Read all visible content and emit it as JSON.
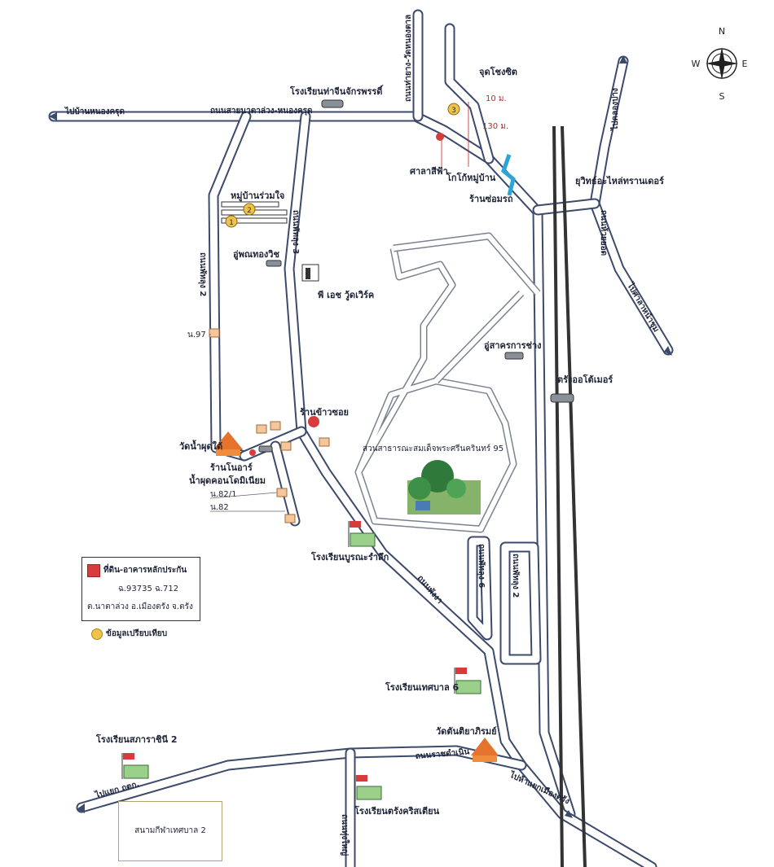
{
  "compass": {
    "n": "N",
    "s": "S",
    "e": "E",
    "w": "W"
  },
  "roads": {
    "to_ban_nong_kruet": "ไปบ้านหนองครุด",
    "main_road_north": "ถนนท่ายาง-วัดหนองตาล",
    "road_na_ta_luang": "ถนนสายนาตาล่วง-หนองครุด",
    "to_khlong_nang": "ไปคลองปาง",
    "road_phattalung_2": "ถนนพัทลุง 2",
    "road_phattalung_3": "ถนนพัทลุง 3",
    "to_lake": "ไปศาลาหน้าชุม",
    "road_phang_nga": "ถนนพังงา",
    "road_phattalung_6": "ถนนพัทลุง 6",
    "road_phattalung_2b": "ถนนพัทลุง 2",
    "road_ratchadamnoen": "ถนนราชดำเนิน",
    "to_yan_ta_khao": "ไปแยก ถตก.",
    "to_phatthalung_south": "ไปห้าแยกเมืองตรัง",
    "road_huai_yot": "ถนนห้วยยอด",
    "road_bottom": "ถนนทุ่งใหญ่"
  },
  "places": {
    "school_top": "โรงเรียนท่าจีนจักรพรรดิ์",
    "jut_chong_sit": "จุดโชงซิต",
    "dist_10": "10 ม.",
    "dist_130": "130 ม.",
    "sala_mu": "ศาลาสีฟ้า",
    "bridge": "โกโก้หมู่บ้าน",
    "shop_sommoso": "ร้านซ่อมรถ",
    "village_mu": "หมู่บ้านร่วมใจ",
    "auto_service": "อู่พณทองวิช",
    "factory": "พี เอช วู้ดเวิร์ค",
    "moo_97": "น.97",
    "yuthachai": "ยุวิทธ์อะไหล่ทรานเดอร์",
    "auto_shop": "อู่สาครการช่าง",
    "trang_auto": "ตรังออโต้เมอร์",
    "temple_nam": "วัดน้ำผุดใต้",
    "shop_khao": "ร้านข้าวซอย",
    "shop_mai": "ร้านโนอาร์",
    "nam_phut": "น้ำผุดคอนโดมิเนียม",
    "moo_82_1": "น.82/1",
    "moo_82": "น.82",
    "park": "สวนสาธารณะสมเด็จพระศรีนครินทร์ 95",
    "school_bu": "โรงเรียนบูรณะรำลึก",
    "school_6": "โรงเรียนเทศบาล 6",
    "temple_tan": "วัดตันติยาภิรมย์",
    "school_sapan": "โรงเรียนสภาราชินี 2",
    "school_trang": "โรงเรียนตรังคริสเตียน",
    "stadium": "สนามกีฬาเทศบาล 2"
  },
  "markers": {
    "m1": "1",
    "m2": "2",
    "m3": "3"
  },
  "legend": {
    "collateral": "ที่ดิน-อาคารหลักประกัน",
    "deed": "ฉ.93735 ฉ.712",
    "location": "ต.นาตาล่วง อ.เมืองตรัง จ.ตรัง",
    "comparison": "ข้อมูลเปรียบเทียบ"
  },
  "colors": {
    "road_edge": "#3c4a6b",
    "collateral": "#d63c3c",
    "comparison": "#f0c24a"
  }
}
